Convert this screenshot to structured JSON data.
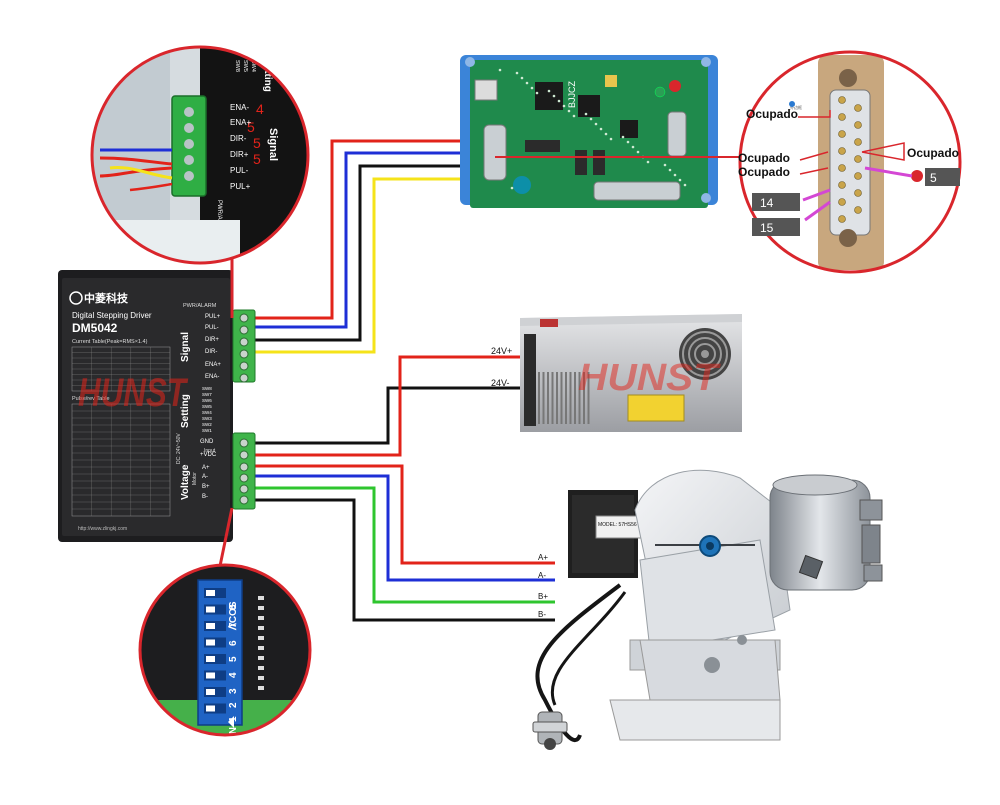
{
  "driver": {
    "brand": "中菱科技",
    "subtitle": "Digital Stepping Driver",
    "model": "DM5042",
    "current_table_title": "Current Table(Peak=RMS×1.4)",
    "pulse_table_title": "Pulse/rev Table",
    "watermark": "HUNST",
    "website": "http://www.zlingkj.com",
    "section_signal": "Signal",
    "section_setting": "Setting",
    "section_voltage": "Voltage",
    "section_input": "Input",
    "section_input_range": "DC: 24V~50V",
    "section_motor": "Motor",
    "pwr_alarm": "PWR/ALARM",
    "signal_terminals": [
      "PUL+",
      "PUL-",
      "DIR+",
      "DIR-",
      "ENA+",
      "ENA-"
    ],
    "switch_labels": [
      "SW8",
      "SW7",
      "SW6",
      "SW5",
      "SW4",
      "SW3",
      "SW2",
      "SW1"
    ],
    "power_terminals": [
      "GND",
      "+VDC"
    ],
    "motor_terminals": [
      "A+",
      "A-",
      "B+",
      "B-"
    ]
  },
  "zoom_top": {
    "numbers": [
      "4",
      "5",
      "5",
      "5"
    ],
    "terminals": [
      "ENA-",
      "ENA+",
      "DIR-",
      "DIR+",
      "PUL-",
      "PUL+"
    ],
    "section": "Signal",
    "setting": "Setting",
    "pwr": "PWR/ALARM",
    "sw_labels": [
      "SW8",
      "SW5",
      "SW4",
      "SW3",
      "SW2"
    ]
  },
  "controller": {
    "chip_label": "BJJCZ"
  },
  "db15": {
    "labels": [
      "Ocupado",
      "Ocupado",
      "Ocupado",
      "Ocupado"
    ],
    "pins": [
      "5",
      "14",
      "15"
    ],
    "icon_text": "外边框"
  },
  "psu": {
    "v_plus": "24V+",
    "v_minus": "24V-",
    "watermark": "HUNST"
  },
  "motor_labels": [
    "A+",
    "A-",
    "B+",
    "B-"
  ],
  "rotary": {
    "motor_label": "MODEL: 57HS56"
  },
  "dip_zoom": {
    "numbers": [
      "1",
      "2",
      "3",
      "4",
      "5",
      "6",
      "7",
      "8"
    ],
    "on_label": "ON",
    "brand": "ᐱCOS"
  },
  "colors": {
    "red_wire": "#e2231a",
    "blue_wire": "#1e2fd6",
    "black_wire": "#111111",
    "yellow_wire": "#f5e31a",
    "green_wire": "#2ec52e",
    "terminal_green": "#3fb44a",
    "pcb_green": "#1f8a4c",
    "board_blue": "#3b84d8",
    "zoom_ring": "#d9262c"
  }
}
